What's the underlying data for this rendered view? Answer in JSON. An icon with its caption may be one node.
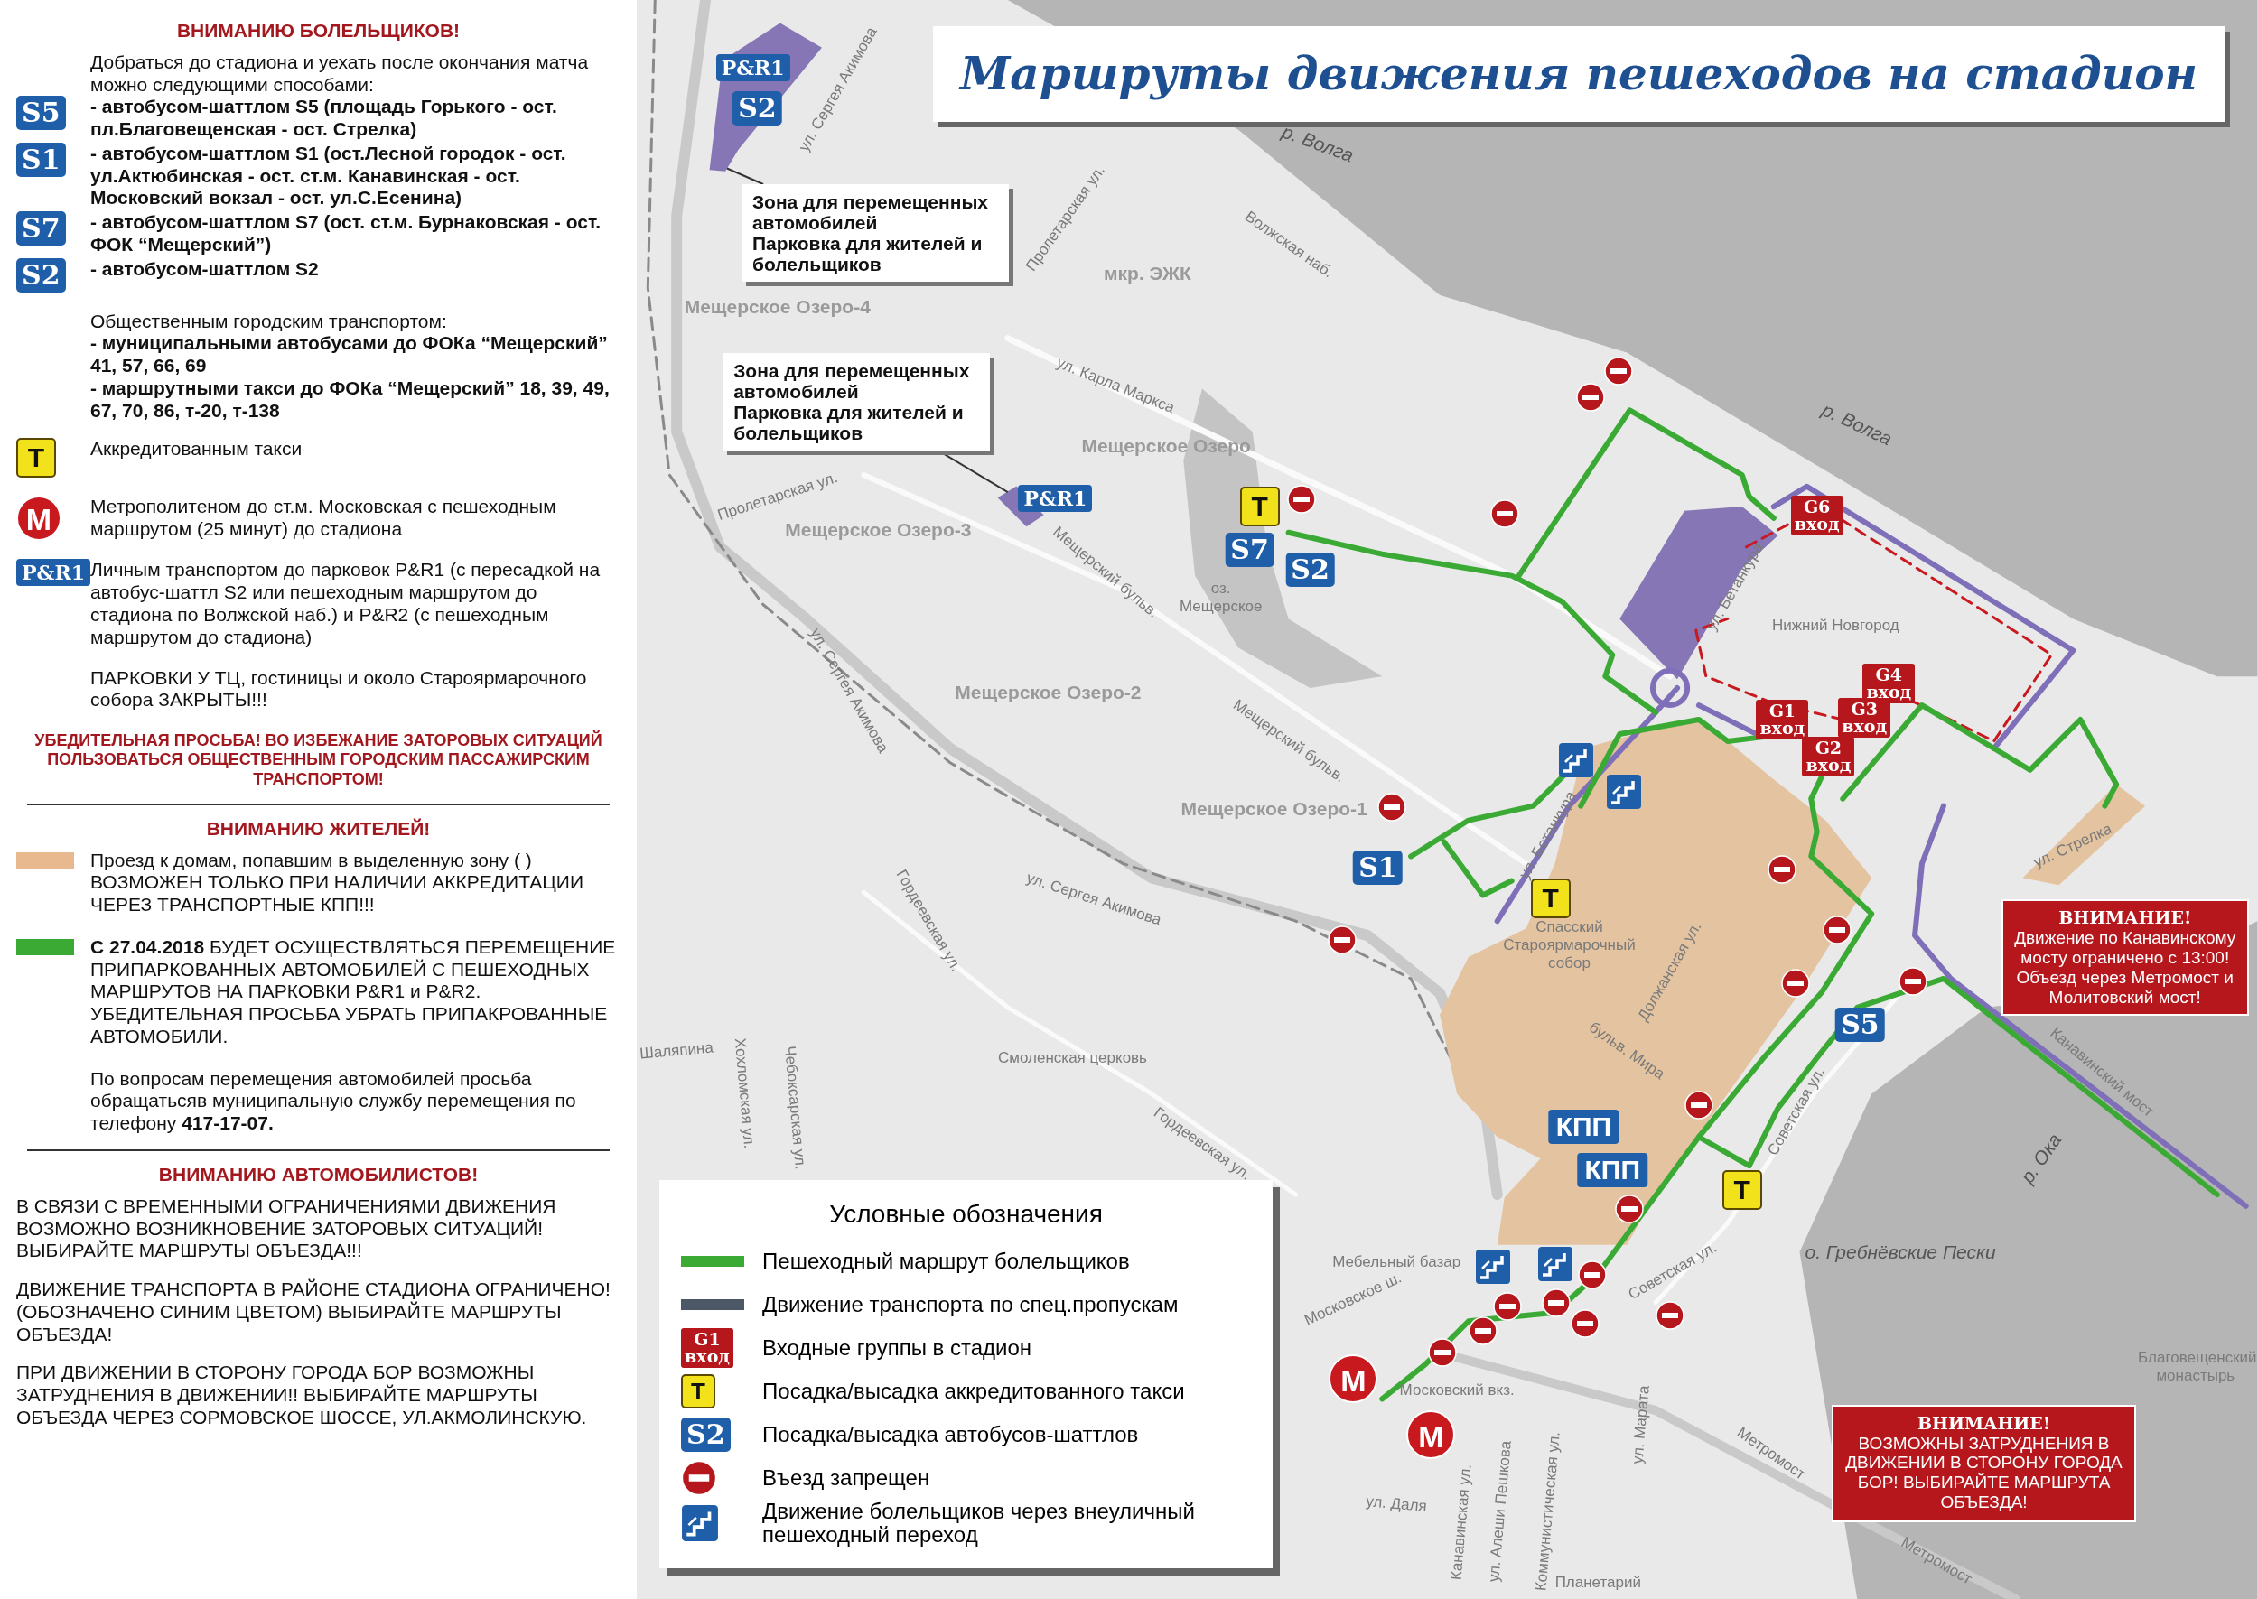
{
  "diagram": {
    "title": "Маршруты движения пешеходов на стадион",
    "nodes": [
      {
        "text": [
          "Зона для перемещенных автомобилей",
          "Парковка для жителей и болельщиков"
        ]
      },
      {
        "text": [],
        "shape": "box"
      },
      {
        "text": [
          "Зона для перемещенных автомобилей",
          "Парковка для жителей и болельщиков"
        ]
      },
      {
        "text": [],
        "shape": "box"
      }
    ],
    "edges": [
      {
        "from": 0,
        "to": 1,
        "arrow": "none"
      },
      {
        "from": 2,
        "to": 3,
        "arrow": "none"
      }
    ],
    "labels": [
      "ВНИМАНИЮ БОЛЕЛЬЩИКОВ!",
      "Добраться до стадиона и уехать после окончания матча можно следующими способами:",
      "S5",
      "- автобусом-шаттлом S5 (площадь Горького - ост. пл.Благовещенская - ост. Стрелка)",
      "S1",
      "- автобусом-шаттлом S1 (ост.Лесной городок - ост. ул.Актюбинская - ост. ст.м. Канавинская - ост. Московский вокзал - ост. ул.С.Есенина)",
      "S7",
      "- автобусом-шаттлом S7 (ост. ст.м. Бурнаковская - ост. ФОК “Мещерский”)",
      "S2",
      "- автобусом-шаттлом S2",
      "Общественным городским транспортом:",
      "- муниципальными автобусами до ФОКа “Мещерский” 41, 57, 66, 69",
      "- маршрутными такси до ФОКа “Мещерский” 18, 39, 49, 67, 70, 86, т-20, т-138",
      "Т",
      "Аккредитованным такси",
      "М",
      "Метрополитеном до ст.м. Московская с пешеходным маршрутом (25 минут) до стадиона",
      "P&R1",
      "Личным транспортом до парковок P&R1 (с пересадкой на автобус-шаттл S2 или пешеходным маршрутом до стадиона по Волжской наб.) и P&R2 (с пешеходным маршрутом до стадиона)",
      "ПАРКОВКИ У ТЦ, гостиницы и около Староярмарочного собора ЗАКРЫТЫ!!!",
      "УБЕДИТЕЛЬНАЯ ПРОСЬБА! ВО ИЗБЕЖАНИЕ ЗАТОРОВЫХ СИТУАЦИЙ ПОЛЬЗОВАТЬСЯ ОБЩЕСТВЕННЫМ ГОРОДСКИМ ПАССАЖИРСКИМ ТРАНСПОРТОМ!",
      "ВНИМАНИЮ ЖИТЕЛЕЙ!",
      "По вопросам перемещения автомобилей просьба обращатьсяв муниципальную службу перемещения по телефону **417-17-07.**",
      "ВНИМАНИЮ АВТОМОБИЛИСТОВ!",
      "В СВЯЗИ С ВРЕМЕННЫМИ ОГРАНИЧЕНИЯМИ ДВИЖЕНИЯ ВОЗМОЖНО ВОЗНИКНОВЕНИЕ ЗАТОРОВЫХ СИТУАЦИЙ! ВЫБИРАЙТЕ МАРШРУТЫ ОБЪЕЗДА!!!",
      "ДВИЖЕНИЕ ТРАНСПОРТА В РАЙОНЕ СТАДИОНА ОГРАНИЧЕНО! (ОБОЗНАЧЕНО СИНИМ ЦВЕТОМ) ВЫБИРАЙТЕ МАРШРУТЫ ОБЪЕЗДА!",
      "ПРИ ДВИЖЕНИИ В СТОРОНУ ГОРОДА БОР ВОЗМОЖНЫ ЗАТРУДНЕНИЯ В ДВИЖЕНИИ!! ВЫБИРАЙТЕ МАРШРУТЫ ОБЪЕЗДА ЧЕРЕЗ СОРМОВСКОЕ ШОССЕ, УЛ.АКМОЛИНСКУЮ.",
      "P&R1",
      "S2",
      "P&R1",
      "Т",
      "S7",
      "S2",
      "G6 вход",
      "G1 вход",
      "G4 вход",
      "G3 вход",
      "G2 вход",
      "S1",
      "Т",
      "S5",
      "КПП",
      "КПП",
      "Т",
      "М",
      "М",
      "ул. Сергея Акимова",
      "р. Волга",
      "Пролетарская ул.",
      "Волжская наб.",
      "мкр. ЭЖК",
      "Мещерское Озеро-4",
      "ул. Карла Маркса",
      "р. Волга",
      "Мещерское Озеро",
      "Пролетарская ул.",
      "Мещерское Озеро-3",
      "Мещерский бульв.",
      "оз. Мещерское",
      "ул. Бетанкура",
      "Нижний Новгород",
      "ул. Сергея Акимова",
      "Мещерское Озеро-2",
      "Мещерский бульв.",
      "Мещерское Озеро-1",
      "ул. Бетанкура",
      "ул. Стрелка",
      "ул. Сергея Акимова",
      "Гордеевская ул.",
      "Спасский Староярмарочный собор",
      "Должанская ул.",
      "бульв. Мира",
      "Шаляпина",
      "Хохломская ул.",
      "Смоленская церковь",
      "Чебоксарская ул.",
      "Гордеевская ул.",
      "Советская ул.",
      "р. Ока",
      "Канавинский мост",
      "Мебельный базар",
      "о. Гребнёвские Пески",
      "Московское ш.",
      "Советская ул.",
      "Благовещенский монастырь",
      "Московский вкз.",
      "Метромост",
      "ул. Марата",
      "ул. Даля",
      "Канавинская ул.",
      "ул. Алеши Пешкова",
      "Коммунистическая ул.",
      "Планетарий",
      "Метромост",
      "ВНИМАНИЕ!",
      "Движение по Канавинскому мосту ограничено с 13:00! Объезд через Метромост и Молитовский мост!",
      "ВНИМАНИЕ!",
      "ВОЗМОЖНЫ ЗАТРУДНЕНИЯ В ДВИЖЕНИИ В СТОРОНУ ГОРОДА БОР! ВЫБИРАЙТЕ МАРШРУТА ОБЪЕЗДА!",
      "Условные обозначения",
      "G1 вход",
      "Т",
      "S2"
    ],
    "legend": [
      {
        "text": "Проезд к домам, попавшим в выделенную зону ( ) ВОЗМОЖЕН ТОЛЬКО ПРИ НАЛИЧИИ АККРЕДИТАЦИИ ЧЕРЕЗ ТРАНСПОРТНЫЕ КПП!!!",
        "color": "#e8b98e"
      },
      {
        "text": "**С 27.04.2018** БУДЕТ ОСУЩЕСТВЛЯТЬСЯ ПЕРЕМЕЩЕНИЕ ПРИПАРКОВАННЫХ АВТОМОБИЛЕЙ С ПЕШЕХОДНЫХ МАРШРУТОВ НА ПАРКОВКИ P&R1 и P&R2. УБЕДИТЕЛЬНАЯ ПРОСЬБА УБРАТЬ ПРИПАКРОВАННЫЕ АВТОМОБИЛИ.",
        "color": "#3aaa35"
      },
      {
        "text": "Пешеходный маршрут болельщиков"
      },
      {
        "text": "Движение транспорта по спец.пропускам"
      },
      {
        "text": "Входные группы в стадион"
      },
      {
        "text": "Посадка/высадка аккредитованного такси"
      },
      {
        "text": "Посадка/высадка автобусов-шаттлов"
      },
      {
        "text": "Въезд запрещен"
      },
      {
        "text": "Движение болельщиков через внеуличный пешеходный переход"
      }
    ]
  }
}
